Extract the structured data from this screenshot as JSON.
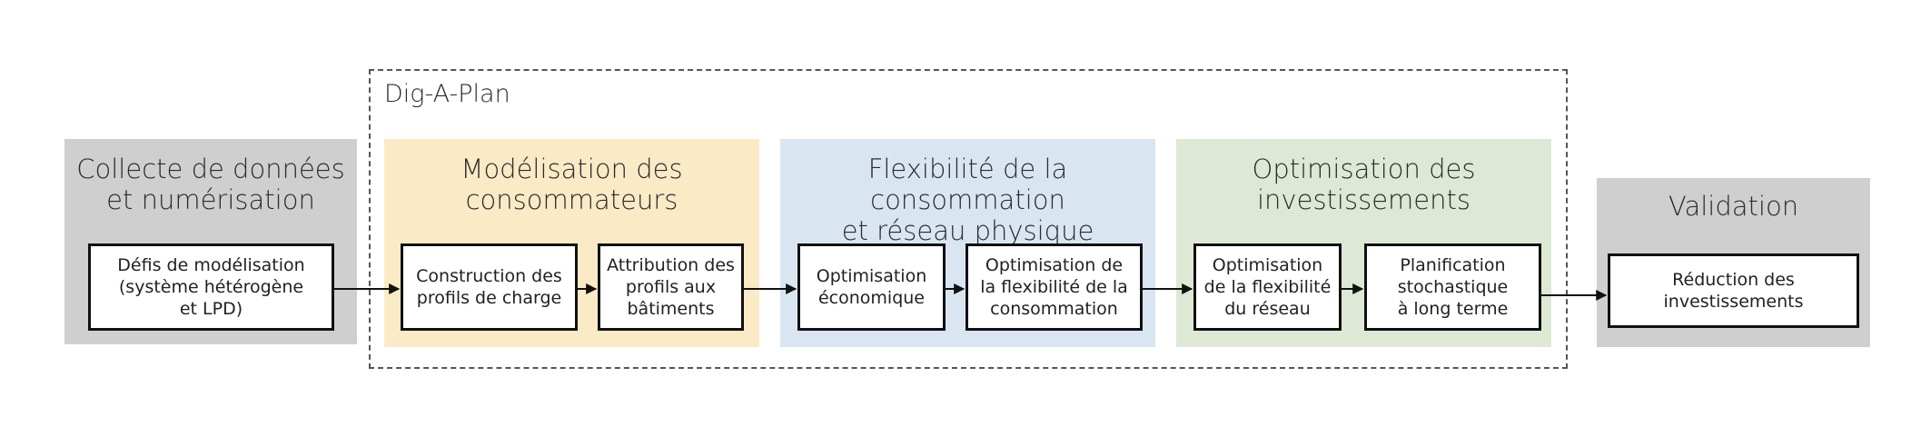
{
  "frame": {
    "label": "Dig-A-Plan"
  },
  "groups": {
    "collecte": {
      "title": "Collecte de données\net numérisation",
      "color": "#cfcfcf"
    },
    "modelisation": {
      "title": "Modélisation des\nconsommateurs",
      "color": "#faeac6"
    },
    "flexibilite": {
      "title": "Flexibilité de la consommation\net réseau physique",
      "color": "#d9e6f2"
    },
    "optimisation": {
      "title": "Optimisation des\ninvestissements",
      "color": "#dde9d4"
    },
    "validation": {
      "title": "Validation",
      "color": "#cfcfcf"
    }
  },
  "nodes": {
    "defis": "Défis de modélisation\n(système hétérogène\net LPD)",
    "construction": "Construction des\nprofils de charge",
    "attribution": "Attribution des\nprofils aux\nbâtiments",
    "opt_economique": "Optimisation\néconomique",
    "opt_flex_conso": "Optimisation de\nla flexibilité de la\nconsommation",
    "opt_flex_reseau": "Optimisation\nde la flexibilité\ndu réseau",
    "planification": "Planification\nstochastique\nà long terme",
    "reduction": "Réduction des\ninvestissements"
  }
}
